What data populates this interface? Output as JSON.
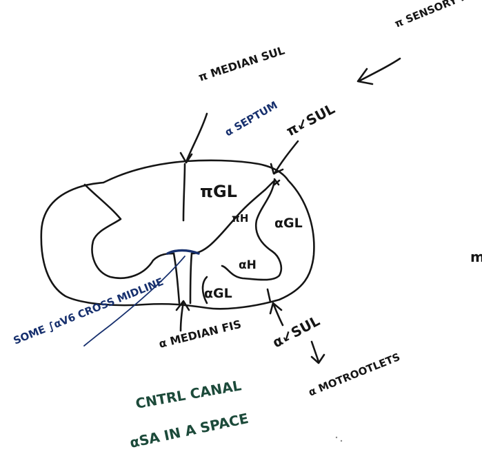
{
  "labels": {
    "pi_sensory_rootlets": "π SENSORY ROOTLETS",
    "pi_median_sul": "π MEDIAN SUL",
    "alpha_septum": "α SEPTUM",
    "pi_l_sul": "π↙SUL",
    "pi_gl": "πGL",
    "pi_h": "πH",
    "alpha_gl_right": "αGL",
    "alpha_h": "αH",
    "alpha_gl_bottom": "αGL",
    "alpha_median_fis": "α MEDIAN FIS",
    "alpha_l_sul": "α↙SUL",
    "alpha_motor_rootlets": "α MOTROOTLETS",
    "some_sulcal_cross_midline": "SOME ∫αV6 CROSS MIDLINE",
    "central_canal": "CNTRL CANAL",
    "alpha_sa_in_space": "αSA IN A SPACE",
    "margin_mark": "m"
  },
  "colors": {
    "ink": "#151515",
    "blue_ink": "#17306e",
    "green_ink": "#1c4a3a"
  }
}
